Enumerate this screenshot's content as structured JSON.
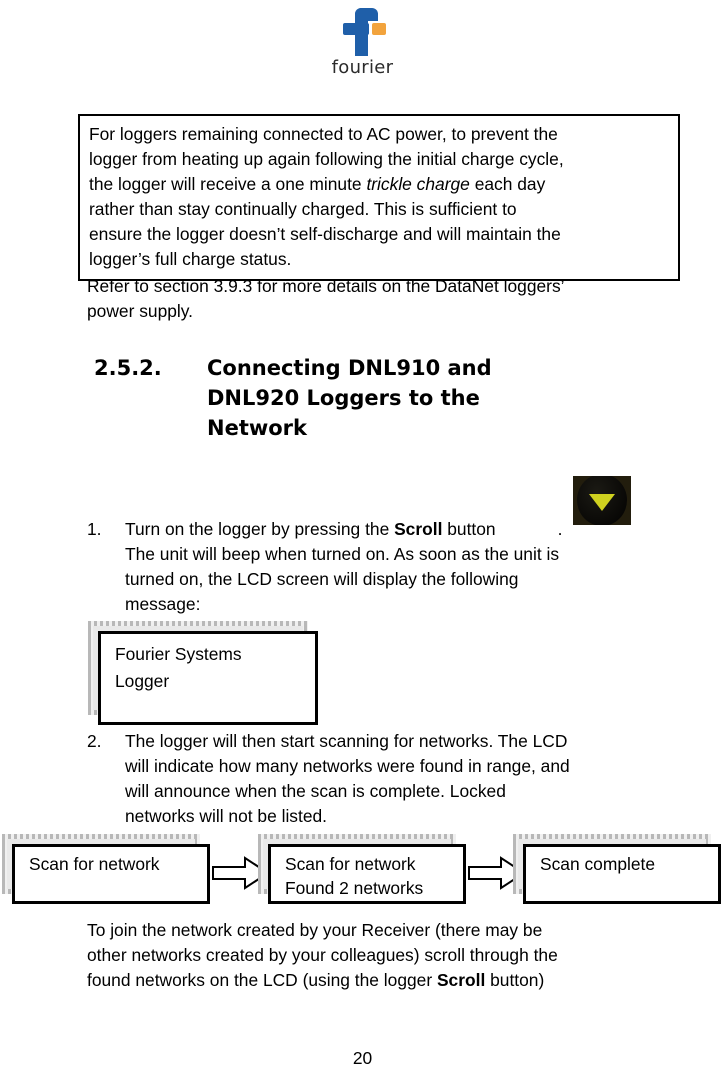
{
  "brand": {
    "logo_icon": "fourier-f-logo-icon",
    "wordmark": "fourier"
  },
  "note_box": {
    "lines": [
      "For loggers remaining connected to AC power, to prevent the",
      "logger from heating up again following the initial charge cycle,",
      "rather than stay continually charged. This is sufficient to",
      "ensure the logger doesn’t self-discharge and will maintain the",
      "logger’s full charge status."
    ],
    "line3_before": "the logger will receive a one minute ",
    "line3_italic": "trickle charge",
    "line3_after": " each day"
  },
  "refer_paragraph": {
    "lines": [
      "Refer to section 3.9.3 for more details on the DataNet loggers’",
      "power supply."
    ]
  },
  "heading": {
    "number": "2.5.2.",
    "lines": [
      "Connecting DNL910 and",
      "DNL920 Loggers to the",
      "Network"
    ]
  },
  "steps": [
    {
      "number": "1.",
      "line1_before": "Turn on the logger by pressing the ",
      "line1_bold": "Scroll",
      "line1_after": " button",
      "line1_end": ".",
      "lines": [
        "The unit will beep when turned on. As soon as the unit is",
        "turned on, the LCD screen will display the following",
        "message:"
      ],
      "icon": "scroll-down-button-icon"
    },
    {
      "number": "2.",
      "lines": [
        "The logger will then start scanning for networks. The LCD",
        "will indicate how many networks were found in range, and",
        "will announce when the scan is complete. Locked",
        "networks will not be listed."
      ]
    }
  ],
  "lcd_startup": {
    "lines": [
      "Fourier Systems",
      "Logger"
    ]
  },
  "lcd_sequence": [
    {
      "lines": [
        "Scan for network"
      ]
    },
    {
      "lines": [
        "Scan for network",
        "Found 2 networks"
      ]
    },
    {
      "lines": [
        "Scan complete"
      ]
    }
  ],
  "arrows": {
    "icon": "right-block-arrow-icon",
    "count": 2
  },
  "join_paragraph": {
    "lines": [
      "To join the network created by your Receiver (there may be",
      "other networks created by your colleagues) scroll through the"
    ],
    "line3_before": "found networks on the LCD (using the logger ",
    "line3_bold": "Scroll",
    "line3_after": " button)"
  },
  "page_number": "20",
  "colors": {
    "logo_blue": "#1F5FA9",
    "logo_orange": "#F2A33C",
    "scroll_triangle": "#cfd11f",
    "text": "#000000"
  }
}
